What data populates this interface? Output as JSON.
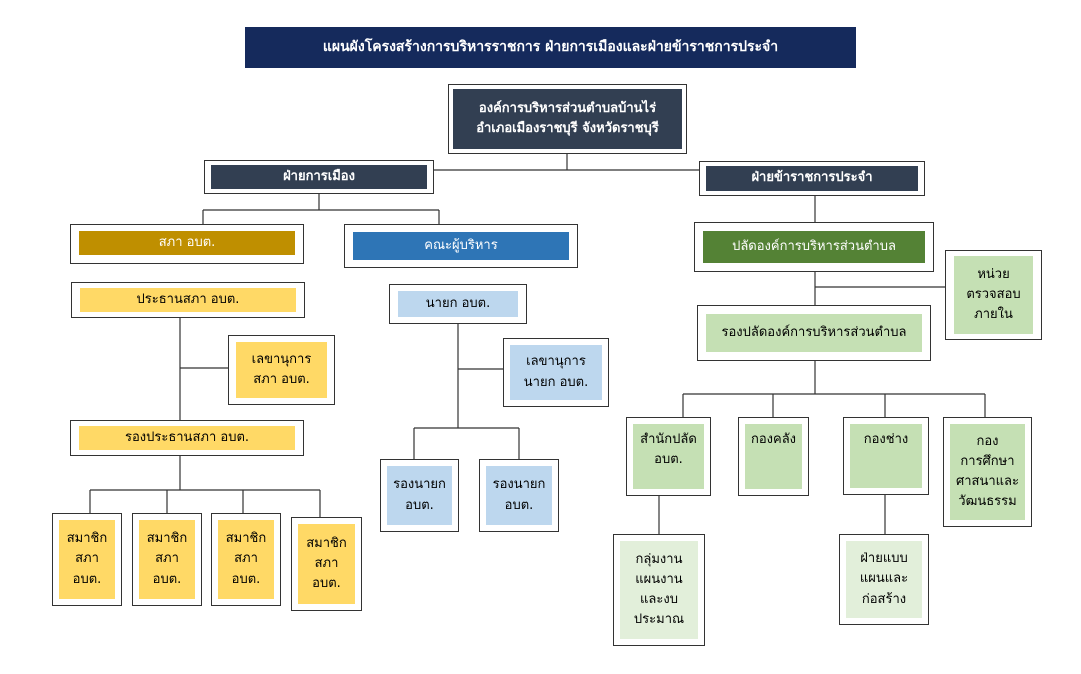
{
  "title": "แผนผังโครงสร้างการบริหารราชการ ฝ่ายการเมืองและฝ่ายข้าราชการประจำ",
  "root": "องค์การบริหารส่วนตำบลบ้านไร่\nอำเภอเมืองราชบุรี จังหวัดราชบุรี",
  "political": {
    "label": "ฝ่ายการเมือง",
    "council": {
      "label": "สภา อบต.",
      "chairman": "ประธานสภา อบต.",
      "secretary": "เลขานุการ\nสภา อบต.",
      "vice_chairman": "รองประธานสภา อบต.",
      "members": [
        "สมาชิก\nสภา\nอบต.",
        "สมาชิก\nสภา\nอบต.",
        "สมาชิก\nสภา\nอบต.",
        "สมาชิก\nสภา\nอบต."
      ]
    },
    "executive": {
      "label": "คณะผู้บริหาร",
      "mayor": "นายก อบต.",
      "secretary": "เลขานุการ\nนายก อบต.",
      "deputies": [
        "รองนายก\nอบต.",
        "รองนายก\nอบต."
      ]
    }
  },
  "civil": {
    "label": "ฝ่ายข้าราชการประจำ",
    "chief": "ปลัดองค์การบริหารส่วนตำบล",
    "audit": "หน่วย\nตรวจสอบ\nภายใน",
    "deputy_chief": "รองปลัดองค์การบริหารส่วนตำบล",
    "divisions": {
      "office": "สำนักปลัด\nอบต.",
      "finance": "กองคลัง",
      "engineering": "กองช่าง",
      "education": "กอง\nการศึกษา\nศาสนาและ\nวัฒนธรรม"
    },
    "office_sub": "กลุ่มงาน\nแผนงาน\nและงบ\nประมาณ",
    "engineering_sub": "ฝ่ายแบบ\nแผนและ\nก่อสร้าง"
  },
  "colors": {
    "navy": "#152a5c",
    "slate": "#323f52",
    "mustard": "#bf8f00",
    "blue": "#2e75b6",
    "green": "#548235",
    "yellow": "#ffd966",
    "light_blue": "#bdd7ee",
    "light_green": "#c5e0b4",
    "very_light_green": "#e2efda"
  }
}
